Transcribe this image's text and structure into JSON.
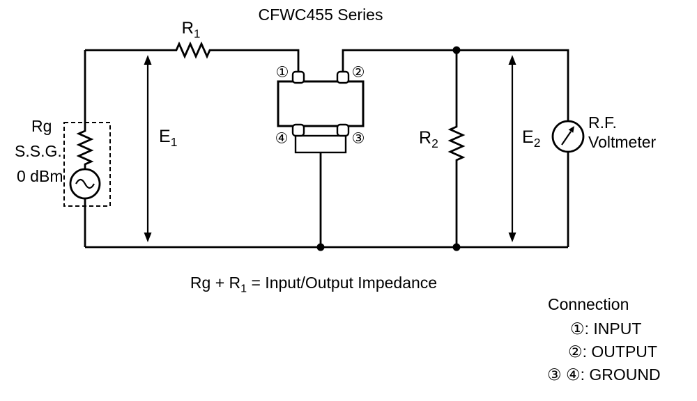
{
  "title": "CFWC455 Series",
  "generator": {
    "rg": "Rg",
    "ssg": "S.S.G.",
    "level": "0 dBm"
  },
  "labels": {
    "r1": {
      "base": "R",
      "sub": "1"
    },
    "e1": {
      "base": "E",
      "sub": "1"
    },
    "r2": {
      "base": "R",
      "sub": "2"
    },
    "e2": {
      "base": "E",
      "sub": "2"
    }
  },
  "filter": {
    "pin1": "①",
    "pin2": "②",
    "pin3": "③",
    "pin4": "④"
  },
  "voltmeter": {
    "line1": "R.F.",
    "line2": "Voltmeter"
  },
  "caption": {
    "pre": "Rg + R",
    "sub": "1",
    "post": " = Input/Output Impedance"
  },
  "connection": {
    "heading": "Connection",
    "items": [
      "①: INPUT",
      "②: OUTPUT",
      "③ ④: GROUND"
    ]
  }
}
